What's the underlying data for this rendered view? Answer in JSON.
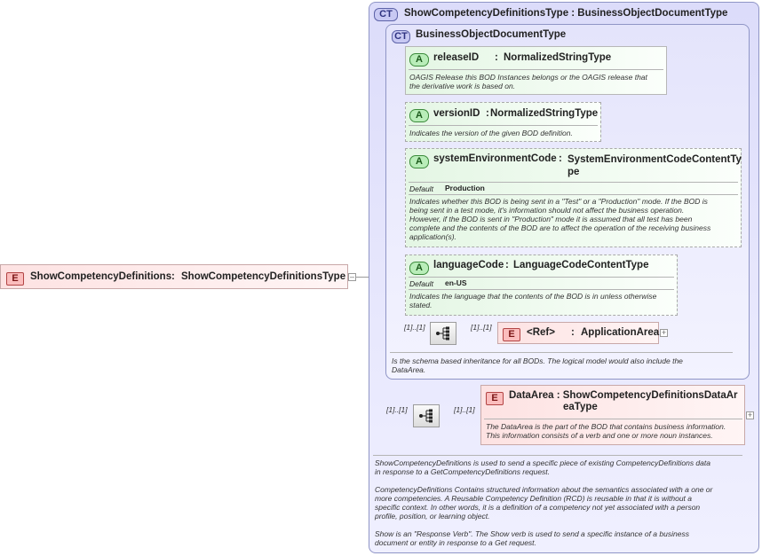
{
  "root": {
    "badge": "E",
    "name": "ShowCompetencyDefinitions",
    "sep": ":",
    "type": "ShowCompetencyDefinitionsType",
    "collapse": "–"
  },
  "outer_type": {
    "badge": "CT",
    "title": "ShowCompetencyDefinitionsType : BusinessObjectDocumentType",
    "doc": [
      "ShowCompetencyDefinitions is used to send a specific piece of existing CompetencyDefinitions data",
      "in response to a GetCompetencyDefinitions request.",
      "",
      "CompetencyDefinitions  Contains structured information about the semantics associated with a one or",
      "more competencies. A Reusable Competency Definition (RCD) is reusable in that it is without a",
      "specific context. In other words, it is a definition of a competency not yet associated with a person",
      "profile, position, or learning object.",
      "",
      "Show is an \"Response Verb\". The Show verb is used to send a specific instance of a business",
      "document or entity in response to a Get request."
    ]
  },
  "inner_type": {
    "badge": "CT",
    "title": "BusinessObjectDocumentType",
    "doc": [
      "Is the schema based inheritance for all BODs. The logical model would also include the",
      "DataArea."
    ]
  },
  "attributes": [
    {
      "badge": "A",
      "name": "releaseID",
      "type": "NormalizedStringType",
      "doc": [
        "OAGIS Release this BOD Instances belongs or the OAGIS release that",
        "the derivative work is based on."
      ]
    },
    {
      "badge": "A",
      "name": "versionID",
      "type": "NormalizedStringType",
      "doc": [
        "Indicates the version of the given BOD definition."
      ]
    },
    {
      "badge": "A",
      "name": "systemEnvironmentCode",
      "type_line1": "SystemEnvironmentCodeContentTy",
      "type_line2": "pe",
      "default_label": "Default",
      "default_value": "Production",
      "doc": [
        "Indicates whether this BOD is being sent in a \"Test\" or a \"Production\" mode. If the BOD is",
        "being sent in a test mode, it's information should not affect the business operation.",
        "However, if the BOD is sent in \"Production\" mode it is assumed that all test has been",
        "complete and the contents of the BOD are to affect the operation of the receiving business",
        "application(s)."
      ]
    },
    {
      "badge": "A",
      "name": "languageCode",
      "type": "LanguageCodeContentType",
      "default_label": "Default",
      "default_value": "en-US",
      "doc": [
        "Indicates the language that the contents of the BOD is in unless otherwise",
        "stated."
      ]
    }
  ],
  "application_area": {
    "seq_card": "[1]..[1]",
    "card": "[1]..[1]",
    "badge": "E",
    "ref": "<Ref>",
    "sep": ":",
    "name": "ApplicationArea",
    "expand": "+"
  },
  "data_area": {
    "seq_card": "[1]..[1]",
    "card": "[1]..[1]",
    "badge": "E",
    "title_line1": "DataArea : ShowCompetencyDefinitionsDataAr",
    "title_line2": "eaType",
    "expand": "+",
    "doc": [
      "The DataArea is the part of the BOD that contains business information.",
      "This information consists of a verb and one or more noun instances."
    ]
  }
}
